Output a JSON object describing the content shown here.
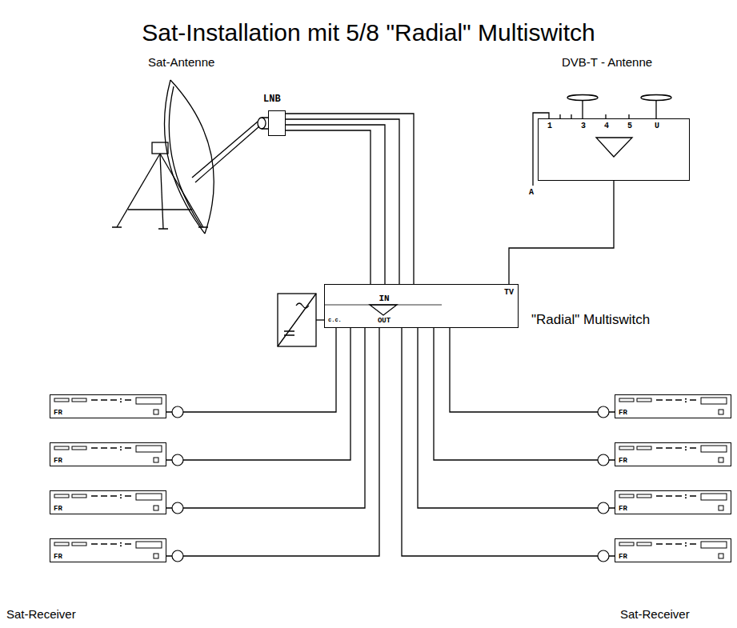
{
  "diagram": {
    "title": "Sat-Installation mit 5/8 \"Radial\" Multiswitch",
    "nodes": [
      {
        "text": [
          "LNB"
        ]
      },
      {
        "text": [
          "1",
          "3",
          "4",
          "5",
          "U"
        ]
      },
      {
        "text": [
          "IN",
          "OUT",
          "TV",
          "c.c.",
          "\"Radial\" Multiswitch"
        ]
      },
      {
        "text": [
          "FR"
        ]
      },
      {
        "text": [
          "FR"
        ]
      },
      {
        "text": [
          "FR"
        ]
      },
      {
        "text": [
          "FR"
        ]
      },
      {
        "text": [
          "FR"
        ]
      },
      {
        "text": [
          "FR"
        ]
      },
      {
        "text": [
          "FR"
        ]
      },
      {
        "text": [
          "FR"
        ]
      }
    ],
    "edges": [
      {
        "from": 0,
        "to": 2,
        "arrow": "none"
      },
      {
        "from": 0,
        "to": 2,
        "arrow": "none"
      },
      {
        "from": 0,
        "to": 2,
        "arrow": "none"
      },
      {
        "from": 0,
        "to": 2,
        "arrow": "none"
      },
      {
        "from": 1,
        "to": 2,
        "arrow": "none"
      },
      {
        "from": 2,
        "to": 3,
        "arrow": "none"
      },
      {
        "from": 2,
        "to": 4,
        "arrow": "none"
      },
      {
        "from": 2,
        "to": 5,
        "arrow": "none"
      },
      {
        "from": 2,
        "to": 6,
        "arrow": "none"
      },
      {
        "from": 2,
        "to": 7,
        "arrow": "none"
      },
      {
        "from": 2,
        "to": 8,
        "arrow": "none"
      },
      {
        "from": 2,
        "to": 9,
        "arrow": "none"
      },
      {
        "from": 2,
        "to": 10,
        "arrow": "none"
      }
    ],
    "labels": [
      "Sat-Antenne",
      "DVB-T - Antenne",
      "A",
      "Sat-Receiver",
      "Sat-Receiver"
    ]
  }
}
